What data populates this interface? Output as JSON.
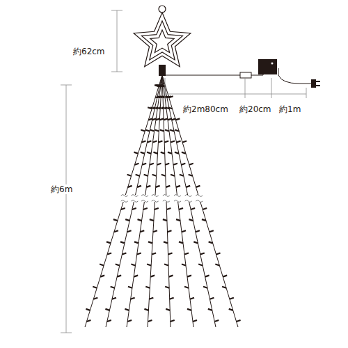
{
  "diagram": {
    "labels": [
      "約62cm",
      "約2m80cm",
      "約20cm",
      "約1m",
      "約6m"
    ]
  }
}
